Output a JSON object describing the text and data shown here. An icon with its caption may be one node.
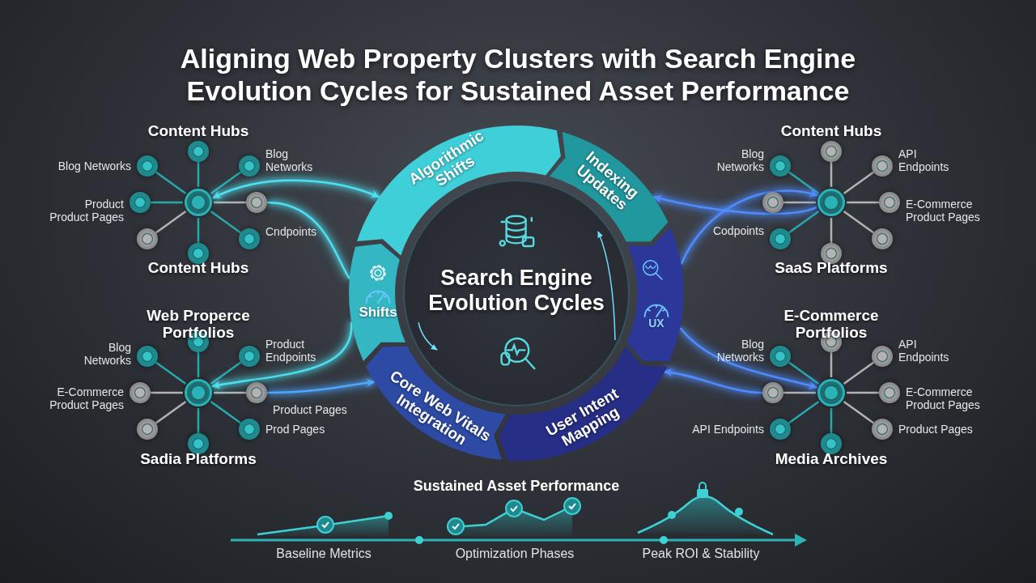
{
  "diagram": {
    "title": "Aligning Web Property Clusters with Search Engine Evolution Cycles for Sustained Asset Performance",
    "nodes": [
      {
        "text": [
          "Search Engine Evolution Cycles"
        ]
      },
      {
        "text": [
          "Algorithmic Shifts"
        ]
      },
      {
        "text": [
          "Indexing Updates"
        ]
      },
      {
        "text": [
          "UX"
        ]
      },
      {
        "text": [
          "User Intent Mapping"
        ]
      },
      {
        "text": [
          "Core Web Vitals Integration"
        ]
      },
      {
        "text": [
          "Shifts"
        ]
      },
      {
        "text": [],
        "shape": "circle"
      },
      {
        "text": [],
        "shape": "circle",
        "beside": [
          "Blog Networks"
        ]
      },
      {
        "text": [],
        "shape": "circle"
      },
      {
        "text": [],
        "shape": "circle",
        "beside": [
          "Blog Networks"
        ]
      },
      {
        "text": [],
        "shape": "circle",
        "beside": [
          "Product Product Pages"
        ]
      },
      {
        "text": [],
        "shape": "circle"
      },
      {
        "text": [],
        "shape": "circle"
      },
      {
        "text": [],
        "shape": "circle"
      },
      {
        "text": [],
        "shape": "circle",
        "beside": [
          "Cndpoints"
        ]
      },
      {
        "text": [],
        "shape": "circle"
      },
      {
        "text": [],
        "shape": "circle",
        "beside": [
          "Blog Networks"
        ]
      },
      {
        "text": [],
        "shape": "circle"
      },
      {
        "text": [],
        "shape": "circle",
        "beside": [
          "Product Endpoints"
        ]
      },
      {
        "text": [],
        "shape": "circle",
        "beside": [
          "E-Commerce Product Pages"
        ]
      },
      {
        "text": [],
        "shape": "circle",
        "beside": [
          "Product Pages"
        ]
      },
      {
        "text": [],
        "shape": "circle"
      },
      {
        "text": [],
        "shape": "circle"
      },
      {
        "text": [],
        "shape": "circle",
        "beside": [
          "Prod Pages"
        ]
      },
      {
        "text": [],
        "shape": "circle"
      },
      {
        "text": [],
        "shape": "circle",
        "beside": [
          "Blog Networks"
        ]
      },
      {
        "text": [],
        "shape": "circle"
      },
      {
        "text": [],
        "shape": "circle",
        "beside": [
          "API Endpoints"
        ]
      },
      {
        "text": [],
        "shape": "circle"
      },
      {
        "text": [],
        "shape": "circle",
        "beside": [
          "E-Commerce Product Pages"
        ]
      },
      {
        "text": [],
        "shape": "circle",
        "beside": [
          "Codpoints"
        ]
      },
      {
        "text": [],
        "shape": "circle"
      },
      {
        "text": [],
        "shape": "circle"
      },
      {
        "text": [],
        "shape": "circle"
      },
      {
        "text": [],
        "shape": "circle",
        "beside": [
          "Blog Networks"
        ]
      },
      {
        "text": [],
        "shape": "circle"
      },
      {
        "text": [],
        "shape": "circle",
        "beside": [
          "API Endpoints"
        ]
      },
      {
        "text": [],
        "shape": "circle"
      },
      {
        "text": [],
        "shape": "circle",
        "beside": [
          "E-Commerce Product Pages"
        ]
      },
      {
        "text": [],
        "shape": "circle",
        "beside": [
          "API Endpoints"
        ]
      },
      {
        "text": [],
        "shape": "circle"
      },
      {
        "text": [],
        "shape": "circle",
        "beside": [
          "Product Pages"
        ]
      }
    ],
    "edges": [
      {
        "from": 7,
        "to": 8,
        "arrow": "none"
      },
      {
        "from": 7,
        "to": 9,
        "arrow": "none"
      },
      {
        "from": 7,
        "to": 10,
        "arrow": "none"
      },
      {
        "from": 7,
        "to": 11,
        "arrow": "none"
      },
      {
        "from": 7,
        "to": 12,
        "arrow": "none",
        "color": "#b3b3b3"
      },
      {
        "from": 7,
        "to": 13,
        "arrow": "none",
        "color": "#b3b3b3"
      },
      {
        "from": 7,
        "to": 14,
        "arrow": "none"
      },
      {
        "from": 7,
        "to": 15,
        "arrow": "none"
      },
      {
        "from": 16,
        "to": 17,
        "arrow": "none"
      },
      {
        "from": 16,
        "to": 18,
        "arrow": "none"
      },
      {
        "from": 16,
        "to": 19,
        "arrow": "none"
      },
      {
        "from": 16,
        "to": 20,
        "arrow": "none",
        "color": "#b3b3b3"
      },
      {
        "from": 16,
        "to": 21,
        "arrow": "none",
        "color": "#b3b3b3"
      },
      {
        "from": 16,
        "to": 22,
        "arrow": "none",
        "color": "#b3b3b3"
      },
      {
        "from": 16,
        "to": 23,
        "arrow": "none"
      },
      {
        "from": 16,
        "to": 24,
        "arrow": "none"
      },
      {
        "from": 25,
        "to": 26,
        "arrow": "none"
      },
      {
        "from": 25,
        "to": 27,
        "arrow": "none",
        "color": "#b3b3b3"
      },
      {
        "from": 25,
        "to": 28,
        "arrow": "none",
        "color": "#b3b3b3"
      },
      {
        "from": 25,
        "to": 29,
        "arrow": "none",
        "color": "#b3b3b3"
      },
      {
        "from": 25,
        "to": 30,
        "arrow": "none",
        "color": "#b3b3b3"
      },
      {
        "from": 25,
        "to": 31,
        "arrow": "none"
      },
      {
        "from": 25,
        "to": 32,
        "arrow": "none",
        "color": "#b3b3b3"
      },
      {
        "from": 25,
        "to": 33,
        "arrow": "none",
        "color": "#b3b3b3"
      },
      {
        "from": 34,
        "to": 35,
        "arrow": "none"
      },
      {
        "from": 34,
        "to": 36,
        "arrow": "none",
        "color": "#b3b3b3"
      },
      {
        "from": 34,
        "to": 37,
        "arrow": "none",
        "color": "#b3b3b3"
      },
      {
        "from": 34,
        "to": 38,
        "arrow": "none",
        "color": "#b3b3b3"
      },
      {
        "from": 34,
        "to": 39,
        "arrow": "none",
        "color": "#b3b3b3"
      },
      {
        "from": 34,
        "to": 40,
        "arrow": "none"
      },
      {
        "from": 34,
        "to": 41,
        "arrow": "none"
      },
      {
        "from": 34,
        "to": 42,
        "arrow": "none",
        "color": "#b3b3b3"
      },
      {
        "from": 7,
        "to": 1,
        "arrow": "both",
        "color": "#4fe0f0"
      },
      {
        "from": 12,
        "to": 6,
        "arrow": "none",
        "color": "#4fe0f0"
      },
      {
        "from": 6,
        "to": 16,
        "arrow": "to",
        "color": "#4fe0f0"
      },
      {
        "from": 21,
        "to": 5,
        "arrow": "to",
        "color": "#4fa8ff"
      },
      {
        "from": 25,
        "to": 2,
        "arrow": "to",
        "color": "#4f8dff"
      },
      {
        "from": 3,
        "to": 25,
        "arrow": "to",
        "color": "#4f8dff"
      },
      {
        "from": 3,
        "to": 34,
        "arrow": "to",
        "color": "#4f8dff"
      },
      {
        "from": 38,
        "to": 4,
        "arrow": "to",
        "color": "#4f8dff"
      }
    ],
    "labels": [
      "Content Hubs",
      "Content Hubs",
      "Content Hubs",
      "SaaS Platforms",
      "Web Properce Portfolios",
      "E-Commerce Portfolios",
      "Sadia Platforms",
      "Media Archives",
      "Sustained Asset Performance",
      "Baseline Metrics",
      "Optimization Phases",
      "Peak ROI & Stability"
    ]
  }
}
